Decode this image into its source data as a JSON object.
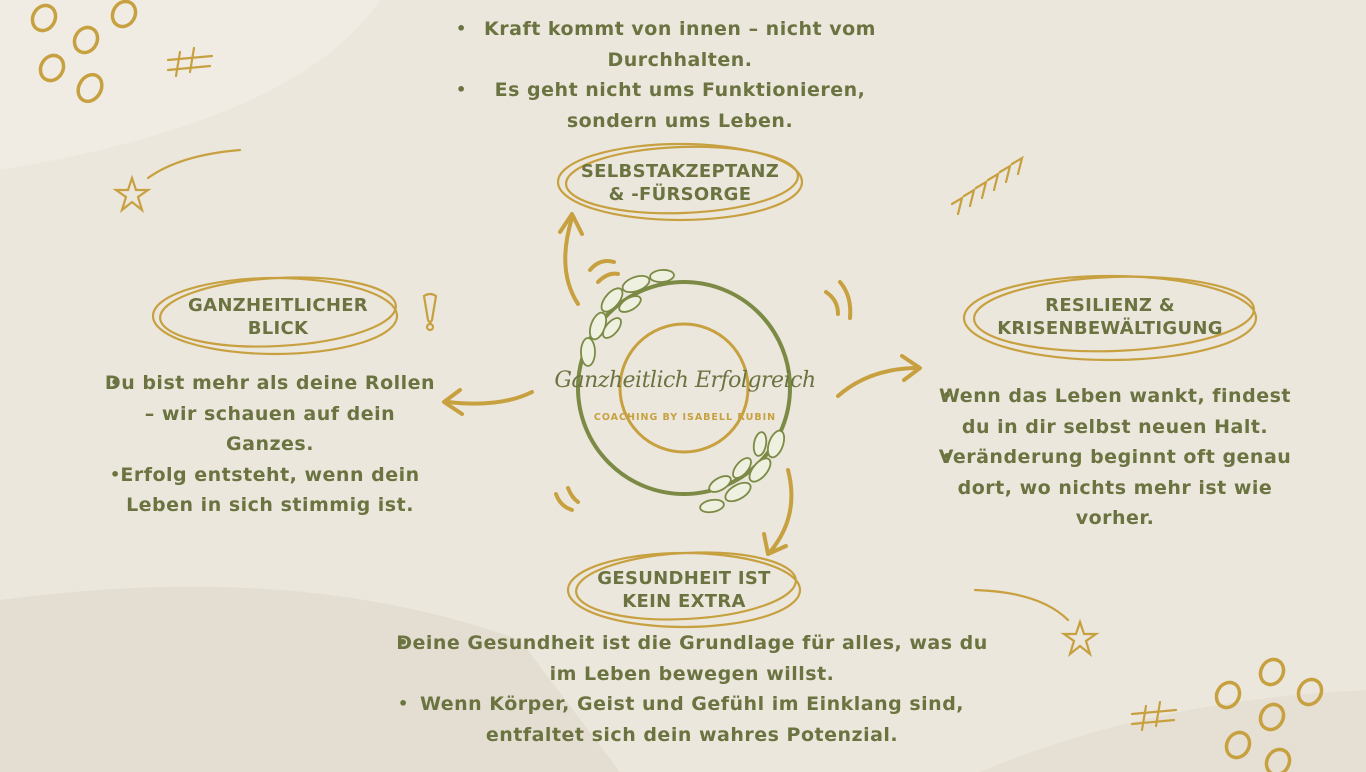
{
  "logo": {
    "title": "Ganzheitlich Erfolgreich",
    "subtitle": "COACHING BY ISABELL RUBIN"
  },
  "topics": {
    "self": {
      "label_line1": "SELBSTAKZEPTANZ",
      "label_line2": "& -FÜRSORGE",
      "bullets": [
        "Kraft kommt von innen – nicht vom Durchhalten.",
        "Es geht nicht ums Funktionieren, sondern ums Leben."
      ]
    },
    "holistic": {
      "label_line1": "GANZHEITLICHER",
      "label_line2": "BLICK",
      "bullets": [
        "Du bist mehr als deine Rollen – wir schauen auf dein Ganzes.",
        "Erfolg entsteht, wenn dein Leben in sich stimmig ist."
      ]
    },
    "resilience": {
      "label_line1": "RESILIENZ &",
      "label_line2": "KRISENBEWÄLTIGUNG",
      "bullets": [
        "Wenn das Leben wankt, findest du in dir selbst neuen Halt.",
        "Veränderung beginnt oft genau dort, wo nichts mehr ist wie vorher."
      ]
    },
    "health": {
      "label_line1": "GESUNDHEIT IST",
      "label_line2": "KEIN EXTRA",
      "bullets": [
        "Deine Gesundheit ist die Grundlage für alles, was du im Leben bewegen willst.",
        "Wenn Körper, Geist und Gefühl im Einklang sind, entfaltet sich dein wahres Potenzial."
      ]
    }
  },
  "colors": {
    "background": "#ece7dc",
    "olive": "#6b7340",
    "gold": "#c7a040"
  }
}
